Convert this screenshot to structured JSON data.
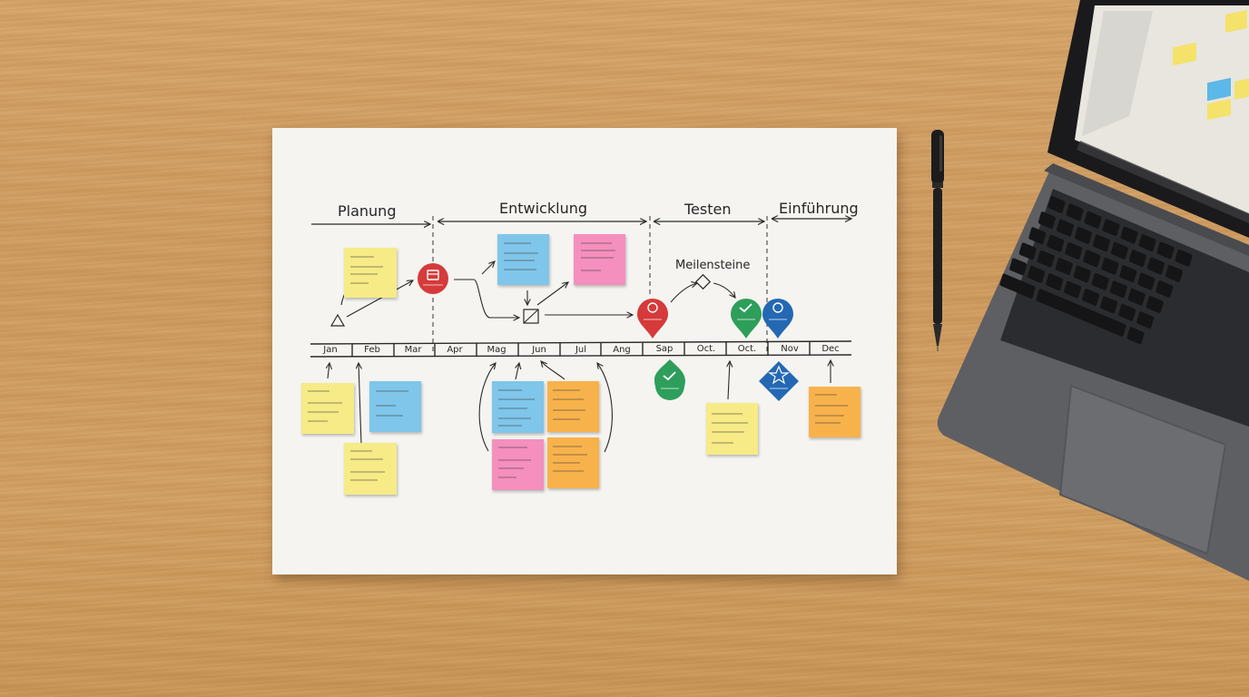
{
  "timeline": {
    "phases": [
      "Planung",
      "Entwicklung",
      "Testen",
      "Einführung"
    ],
    "months": [
      "Jan",
      "Feb",
      "Mar",
      "Apr",
      "Mag",
      "Jun",
      "Jul",
      "Ang",
      "Sap",
      "Oct.",
      "Oct.",
      "Nov",
      "Dec"
    ],
    "milestone_label": "Meilensteine"
  },
  "colors": {
    "paper": "#f5f4f0",
    "note_yellow": "#f6eb86",
    "note_blue": "#7fc6ea",
    "note_pink": "#f58fbd",
    "note_orange": "#f8b24c",
    "marker_red": "#d63a3a",
    "marker_green": "#2e9e5b",
    "marker_blue": "#2468b4"
  },
  "markers": [
    {
      "color": "red",
      "icon": "calendar-icon"
    },
    {
      "color": "red",
      "icon": "clock-icon"
    },
    {
      "color": "green",
      "icon": "check-icon"
    },
    {
      "color": "blue",
      "icon": "gear-icon"
    },
    {
      "color": "green",
      "icon": "check-icon"
    },
    {
      "color": "blue",
      "icon": "star-icon"
    }
  ]
}
